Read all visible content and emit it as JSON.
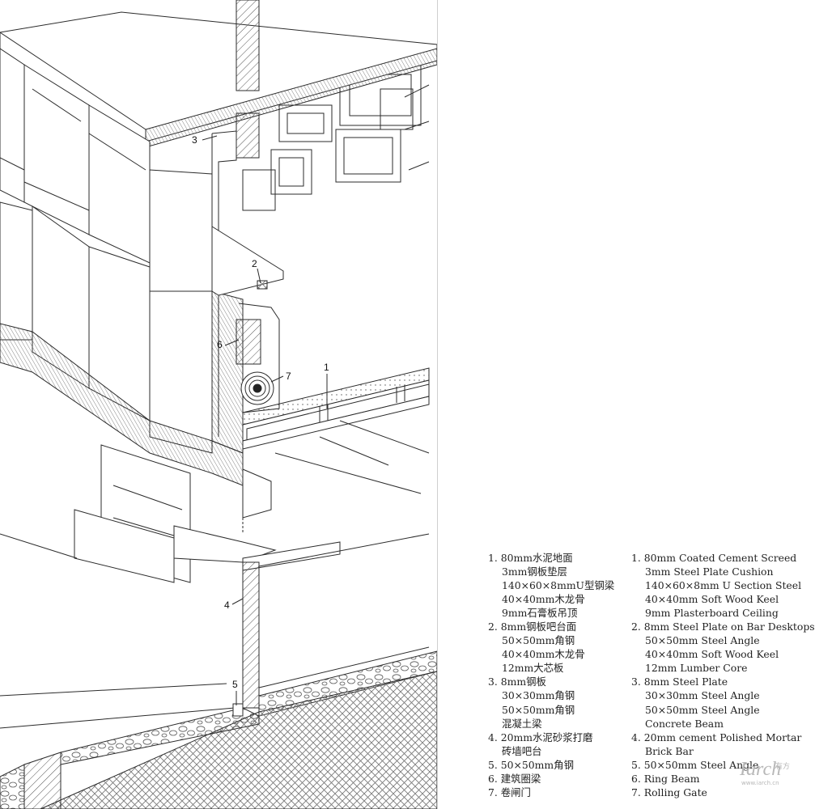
{
  "callouts": [
    "1",
    "2",
    "3",
    "4",
    "5",
    "6",
    "7"
  ],
  "legend_zh": [
    {
      "n": "1.",
      "t": "80mm水泥地面",
      "sub": [
        "3mm钢板垫层",
        "140×60×8mmU型钢梁",
        "40×40mm木龙骨",
        "9mm石膏板吊顶"
      ]
    },
    {
      "n": "2.",
      "t": "8mm钢板吧台面",
      "sub": [
        "50×50mm角钢",
        "40×40mm木龙骨",
        "12mm大芯板"
      ]
    },
    {
      "n": "3.",
      "t": "8mm钢板",
      "sub": [
        "30×30mm角钢",
        "50×50mm角钢",
        "混凝土梁"
      ]
    },
    {
      "n": "4.",
      "t": "20mm水泥砂浆打磨",
      "sub": [
        "砖墙吧台"
      ]
    },
    {
      "n": "5.",
      "t": "50×50mm角钢",
      "sub": []
    },
    {
      "n": "6.",
      "t": "建筑圈梁",
      "sub": []
    },
    {
      "n": "7.",
      "t": "卷闸门",
      "sub": []
    }
  ],
  "legend_en": [
    {
      "n": "1.",
      "t": "80mm Coated Cement Screed",
      "sub": [
        "3mm Steel Plate Cushion",
        "140×60×8mm U Section Steel",
        "40×40mm Soft Wood Keel",
        "9mm Plasterboard Ceiling"
      ]
    },
    {
      "n": "2.",
      "t": "8mm Steel Plate on Bar Desktops",
      "sub": [
        "50×50mm Steel Angle",
        "40×40mm Soft Wood Keel",
        "12mm Lumber Core"
      ]
    },
    {
      "n": "3.",
      "t": "8mm Steel Plate",
      "sub": [
        "30×30mm Steel Angle",
        "50×50mm Steel Angle",
        "Concrete Beam"
      ]
    },
    {
      "n": "4.",
      "t": "20mm cement Polished Mortar",
      "sub": [
        "Brick Bar"
      ]
    },
    {
      "n": "5.",
      "t": "50×50mm Steel Angle",
      "sub": []
    },
    {
      "n": "6.",
      "t": "Ring Beam",
      "sub": []
    },
    {
      "n": "7.",
      "t": "Rolling Gate",
      "sub": []
    }
  ],
  "watermark": {
    "text": "Iarch",
    "url": "www.iarch.cn",
    "brand": "有方"
  },
  "colors": {
    "line": "#2b2b2b",
    "hatch": "#555555",
    "panel_fill": "#ffffff",
    "ground": "#9a9a9a",
    "background": "#ffffff"
  }
}
